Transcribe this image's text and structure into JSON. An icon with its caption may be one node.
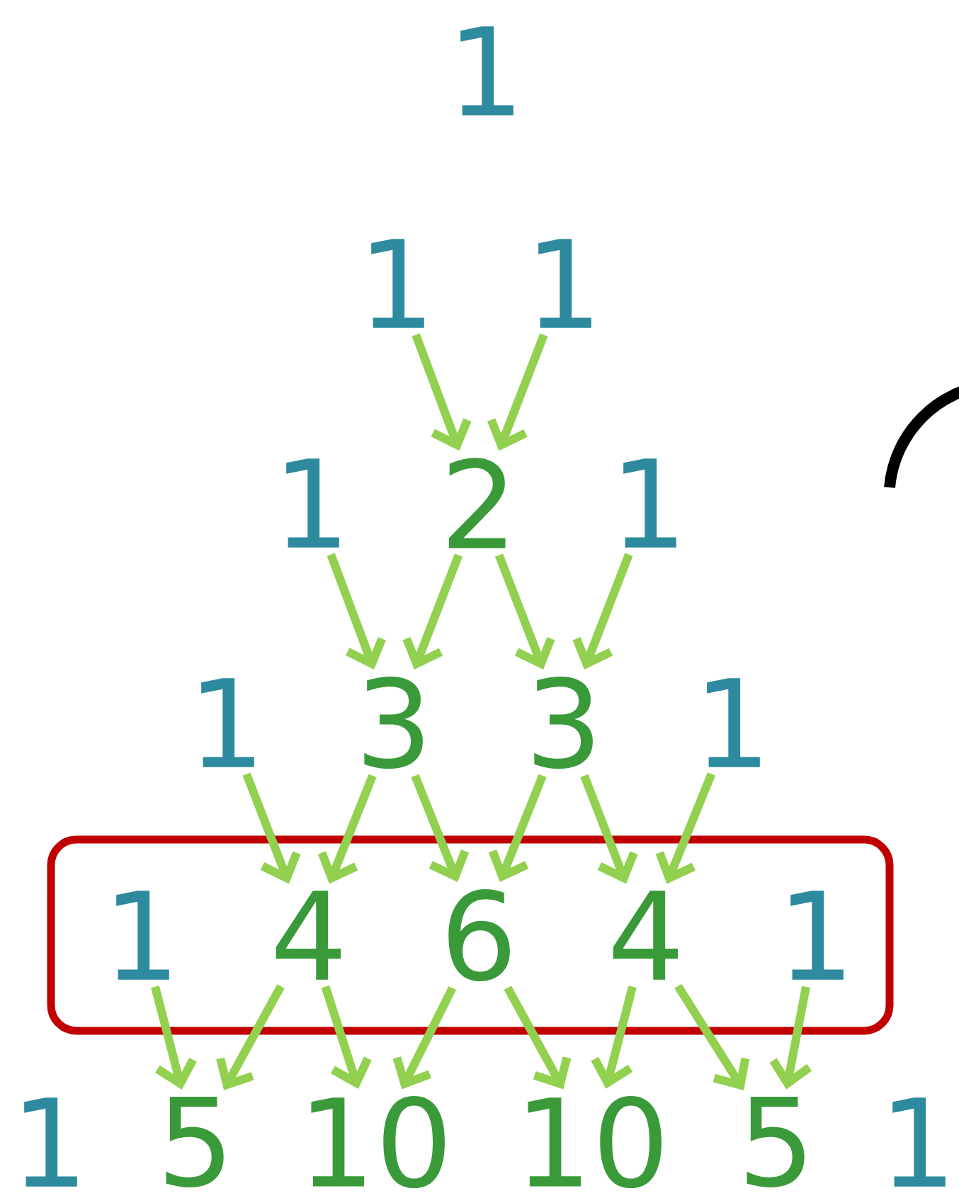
{
  "diagram": {
    "nodes": [
      {
        "text": [
          "1"
        ]
      },
      {
        "text": [
          "1"
        ]
      },
      {
        "text": [
          "1"
        ]
      },
      {
        "text": [
          "1"
        ]
      },
      {
        "text": [
          "2"
        ]
      },
      {
        "text": [
          "1"
        ]
      },
      {
        "text": [
          "1"
        ]
      },
      {
        "text": [
          "3"
        ]
      },
      {
        "text": [
          "3"
        ]
      },
      {
        "text": [
          "1"
        ]
      },
      {
        "text": [],
        "shape": "box"
      },
      {
        "text": [
          "1"
        ],
        "in": 10
      },
      {
        "text": [
          "4"
        ],
        "in": 10
      },
      {
        "text": [
          "6"
        ],
        "in": 10
      },
      {
        "text": [
          "4"
        ],
        "in": 10
      },
      {
        "text": [
          "1"
        ],
        "in": 10
      },
      {
        "text": [
          "1"
        ]
      },
      {
        "text": [
          "5"
        ]
      },
      {
        "text": [
          "10"
        ]
      },
      {
        "text": [
          "10"
        ]
      },
      {
        "text": [
          "5"
        ]
      },
      {
        "text": [
          "1"
        ]
      }
    ],
    "edges": [
      {
        "from": 1,
        "to": 4,
        "arrow": "to"
      },
      {
        "from": 2,
        "to": 4,
        "arrow": "to"
      },
      {
        "from": 3,
        "to": 7,
        "arrow": "to"
      },
      {
        "from": 4,
        "to": 7,
        "arrow": "to"
      },
      {
        "from": 4,
        "to": 8,
        "arrow": "to"
      },
      {
        "from": 5,
        "to": 8,
        "arrow": "to"
      },
      {
        "from": 6,
        "to": 12,
        "arrow": "to"
      },
      {
        "from": 7,
        "to": 12,
        "arrow": "to"
      },
      {
        "from": 7,
        "to": 13,
        "arrow": "to"
      },
      {
        "from": 8,
        "to": 13,
        "arrow": "to"
      },
      {
        "from": 8,
        "to": 14,
        "arrow": "to"
      },
      {
        "from": 9,
        "to": 14,
        "arrow": "to"
      },
      {
        "from": 11,
        "to": 17,
        "arrow": "to"
      },
      {
        "from": 12,
        "to": 17,
        "arrow": "to"
      },
      {
        "from": 12,
        "to": 18,
        "arrow": "to"
      },
      {
        "from": 13,
        "to": 18,
        "arrow": "to"
      },
      {
        "from": 13,
        "to": 19,
        "arrow": "to"
      },
      {
        "from": 14,
        "to": 19,
        "arrow": "to"
      },
      {
        "from": 14,
        "to": 20,
        "arrow": "to"
      },
      {
        "from": 15,
        "to": 20,
        "arrow": "to"
      }
    ]
  }
}
